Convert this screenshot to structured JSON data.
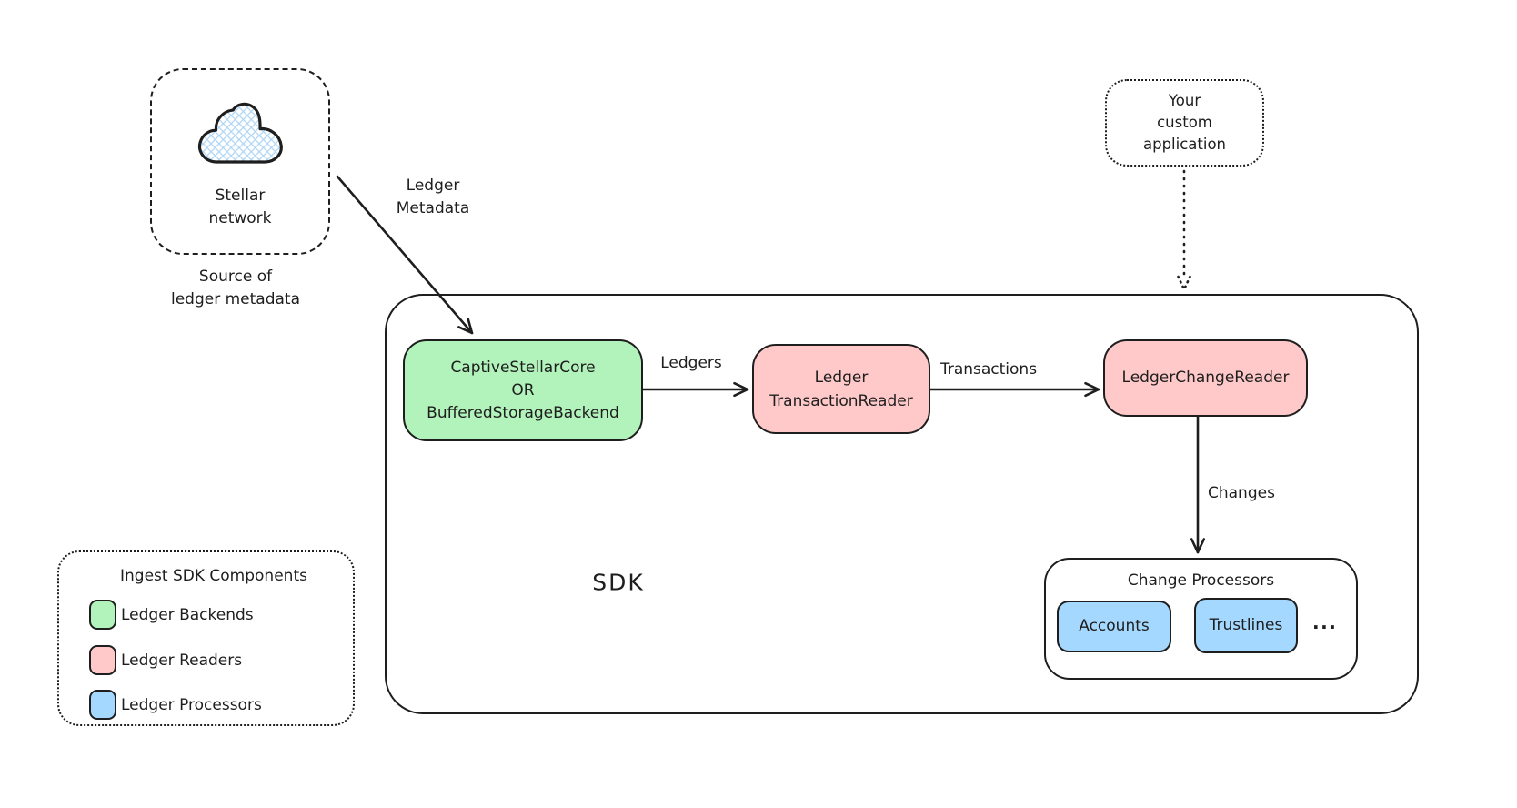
{
  "source": {
    "label": "Stellar\nnetwork",
    "caption": "Source of\nledger metadata",
    "icon": "cloud-icon"
  },
  "custom_app": {
    "label": "Your\ncustom\napplication"
  },
  "sdk": {
    "label": "SDK",
    "backend": {
      "label": "CaptiveStellarCore\nOR\nBufferedStorageBackend"
    },
    "transaction_reader": {
      "label": "Ledger\nTransactionReader"
    },
    "change_reader": {
      "label": "LedgerChangeReader"
    },
    "change_processors": {
      "title": "Change Processors",
      "items": [
        {
          "label": "Accounts"
        },
        {
          "label": "Trustlines"
        }
      ],
      "more": "..."
    }
  },
  "edges": {
    "ledger_metadata": "Ledger\nMetadata",
    "ledgers": "Ledgers",
    "transactions": "Transactions",
    "changes": "Changes"
  },
  "legend": {
    "title": "Ingest SDK Components",
    "items": [
      {
        "label": "Ledger Backends",
        "color": "#b2f2bb"
      },
      {
        "label": "Ledger Readers",
        "color": "#ffc9c9"
      },
      {
        "label": "Ledger Processors",
        "color": "#a5d8ff"
      }
    ]
  },
  "colors": {
    "green": "#b2f2bb",
    "red": "#ffc9c9",
    "blue": "#a5d8ff",
    "stroke": "#1e1e1e",
    "cloud_hatch": "#aed5f5"
  }
}
